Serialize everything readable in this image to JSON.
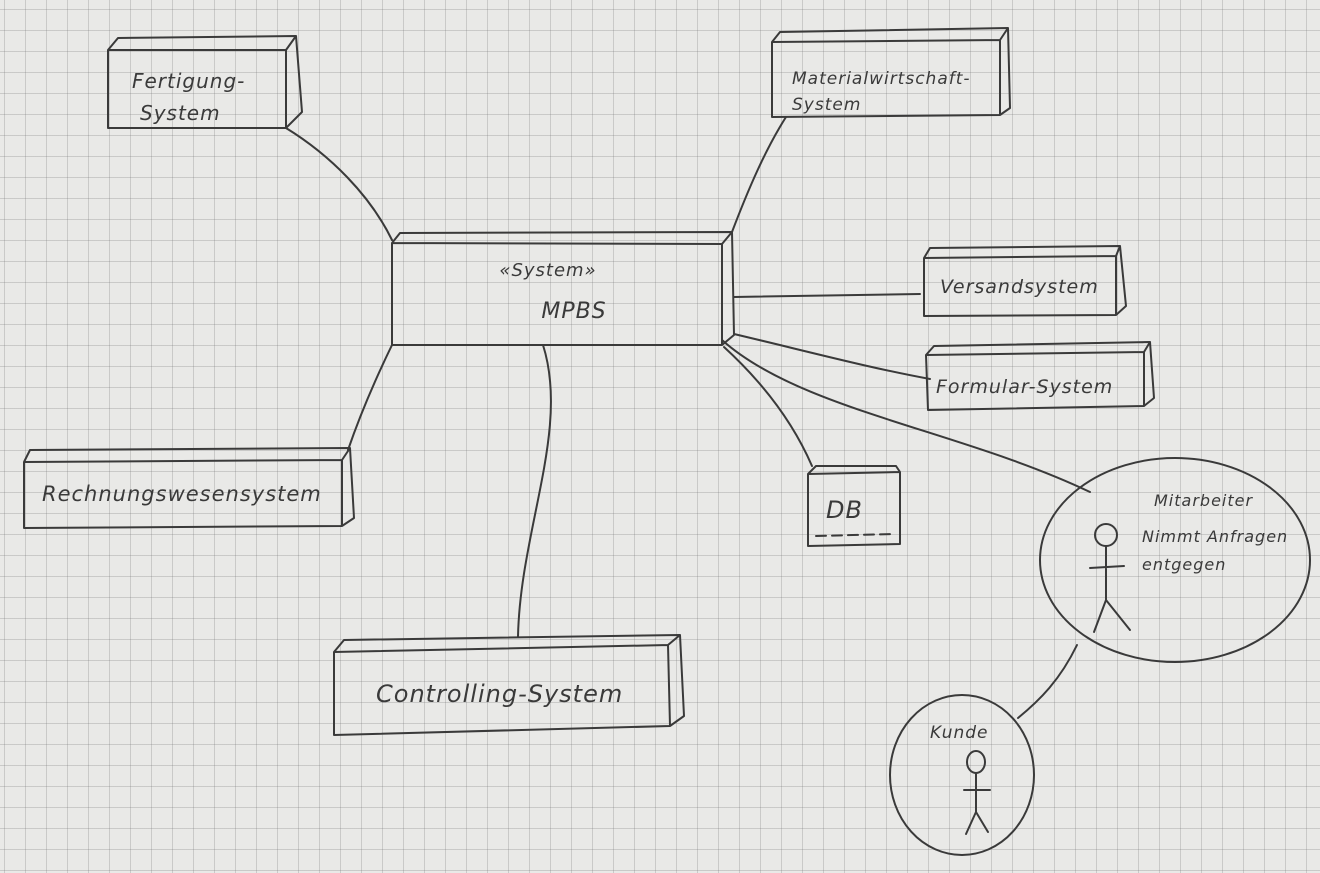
{
  "nodes": {
    "fertigung": {
      "lines": [
        "Fertigung-",
        "System"
      ]
    },
    "material": {
      "lines": [
        "Materialwirtschaft-",
        "System"
      ]
    },
    "mpbs": {
      "stereotype": "«System»",
      "name": "MPBS"
    },
    "versand": {
      "label": "Versandsystem"
    },
    "formular": {
      "label": "Formular-System"
    },
    "rechnungswesen": {
      "label": "Rechnungswesensystem"
    },
    "db": {
      "label": "DB"
    },
    "controlling": {
      "label": "Controlling-System"
    },
    "mitarbeiter": {
      "lines": [
        "Mitarbeiter",
        "Nimmt Anfragen",
        "entgegen"
      ]
    },
    "kunde": {
      "label": "Kunde"
    }
  }
}
